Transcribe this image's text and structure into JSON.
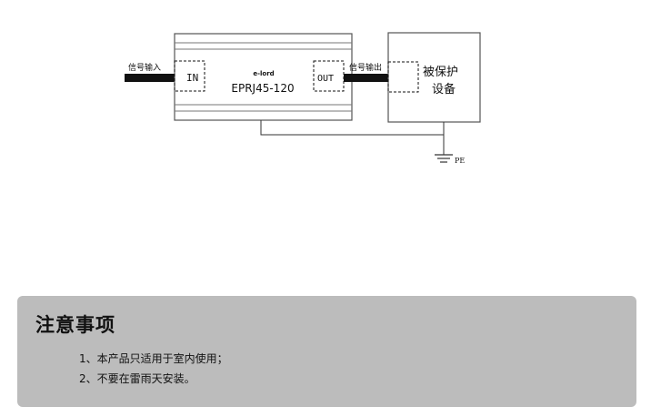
{
  "diagram": {
    "signal_in_label": "信号输入",
    "signal_out_label": "信号输出",
    "port_in": "IN",
    "port_out": "OUT",
    "brand": "e-lord",
    "model": "EPRJ45-120",
    "protected_device_line1": "被保护",
    "protected_device_line2": "设备",
    "ground_label": "PE"
  },
  "notice": {
    "title": "注意事项",
    "items": [
      "1、本产品只适用于室内使用；",
      "2、不要在雷雨天安装。"
    ]
  }
}
